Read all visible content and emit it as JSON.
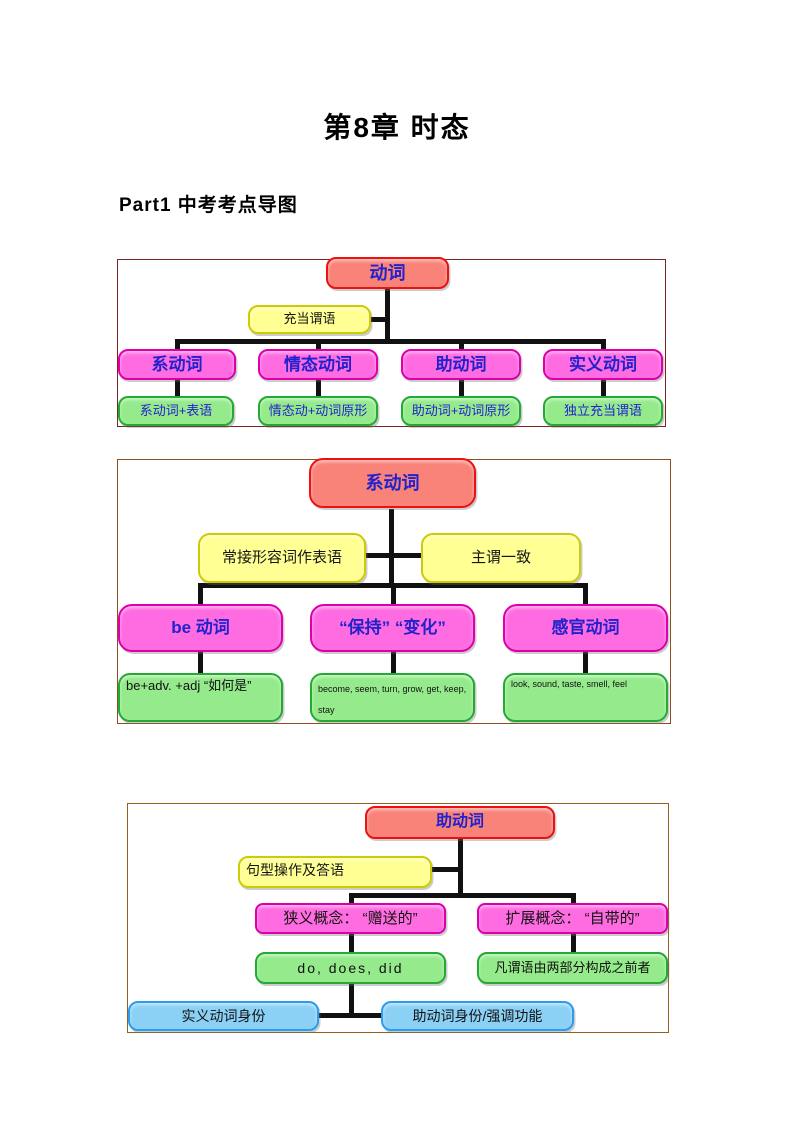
{
  "page": {
    "title": "第8章 时态",
    "section_heading": "Part1 中考考点导图"
  },
  "colors": {
    "red-fill": "#f98379",
    "red-border": "#ee1111",
    "yellow-fill": "#ffff94",
    "yellow-border": "#cccc00",
    "magenta-fill": "#ff6ce1",
    "magenta-border": "#dd00aa",
    "green-fill": "#95ea8c",
    "green-border": "#22aa33",
    "blue-fill": "#8bd0f5",
    "blue-border": "#2a9df0",
    "label-blue": "#2222cc",
    "line": "#111111",
    "frame1": "#7a2424",
    "frame2": "#8f5020",
    "frame3": "#96601e"
  },
  "diagram1": {
    "root": "动词",
    "note": "充当谓语",
    "branches": [
      {
        "label": "系动词",
        "detail": "系动词+表语"
      },
      {
        "label": "情态动词",
        "detail": "情态动+动词原形"
      },
      {
        "label": "助动词",
        "detail": "助动词+动词原形"
      },
      {
        "label": "实义动词",
        "detail": "独立充当谓语"
      }
    ]
  },
  "diagram2": {
    "root": "系动词",
    "note_left": "常接形容词作表语",
    "note_right": "主谓一致",
    "branches": [
      {
        "label": "be 动词",
        "detail": "be+adv. +adj “如何是”"
      },
      {
        "label": "“保持” “变化”",
        "detail": "become, seem, turn, grow, get, keep, stay"
      },
      {
        "label": "感官动词",
        "detail": "look, sound, taste, smell, feel"
      }
    ]
  },
  "diagram3": {
    "root": "助动词",
    "note": "句型操作及答语",
    "left_branch": {
      "label": "狭义概念： “赠送的”",
      "detail": "do, does, did",
      "leaves": [
        "实义动词身份",
        "助动词身份/强调功能"
      ]
    },
    "right_branch": {
      "label": "扩展概念： “自带的”",
      "detail": "凡谓语由两部分构成之前者"
    }
  }
}
